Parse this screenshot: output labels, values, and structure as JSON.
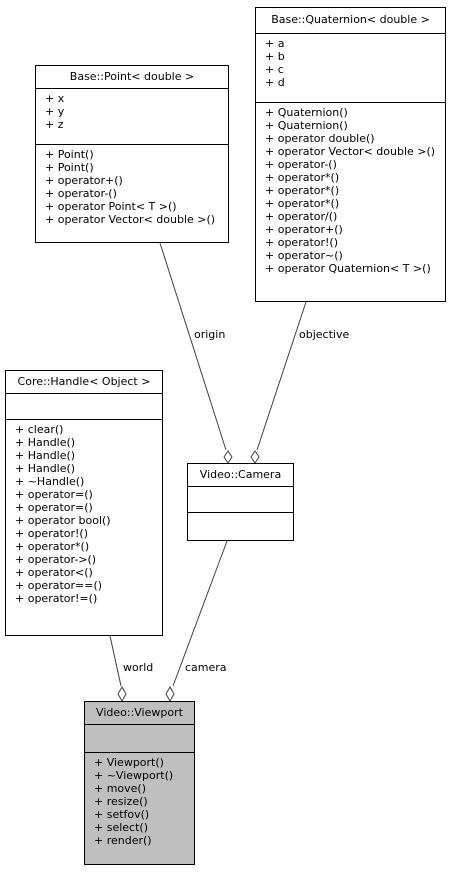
{
  "classes": {
    "quaternion": {
      "title": "Base::Quaternion< double >",
      "attributes": [
        "+ a",
        "+ b",
        "+ c",
        "+ d"
      ],
      "methods": [
        "+ Quaternion()",
        "+ Quaternion()",
        "+ operator double()",
        "+ operator Vector< double >()",
        "+ operator-()",
        "+ operator*()",
        "+ operator*()",
        "+ operator*()",
        "+ operator/()",
        "+ operator+()",
        "+ operator!()",
        "+ operator~()",
        "+ operator Quaternion< T >()"
      ]
    },
    "point": {
      "title": "Base::Point< double >",
      "attributes": [
        "+ x",
        "+ y",
        "+ z"
      ],
      "methods": [
        "+ Point()",
        "+ Point()",
        "+ operator+()",
        "+ operator-()",
        "+ operator Point< T >()",
        "+ operator Vector< double >()"
      ]
    },
    "handle": {
      "title": "Core::Handle< Object >",
      "attributes": [],
      "methods": [
        "+ clear()",
        "+ Handle()",
        "+ Handle()",
        "+ Handle()",
        "+ ~Handle()",
        "+ operator=()",
        "+ operator=()",
        "+ operator bool()",
        "+ operator!()",
        "+ operator*()",
        "+ operator->()",
        "+ operator<()",
        "+ operator==()",
        "+ operator!=()"
      ]
    },
    "camera": {
      "title": "Video::Camera",
      "attributes": [],
      "methods": []
    },
    "viewport": {
      "title": "Video::Viewport",
      "attributes": [],
      "methods": [
        "+ Viewport()",
        "+ ~Viewport()",
        "+ move()",
        "+ resize()",
        "+ setfov()",
        "+ select()",
        "+ render()"
      ]
    }
  },
  "edges": {
    "origin": "origin",
    "objective": "objective",
    "world": "world",
    "camera": "camera"
  },
  "colors": {
    "highlight": "#bfbfbf",
    "line": "#404040"
  }
}
